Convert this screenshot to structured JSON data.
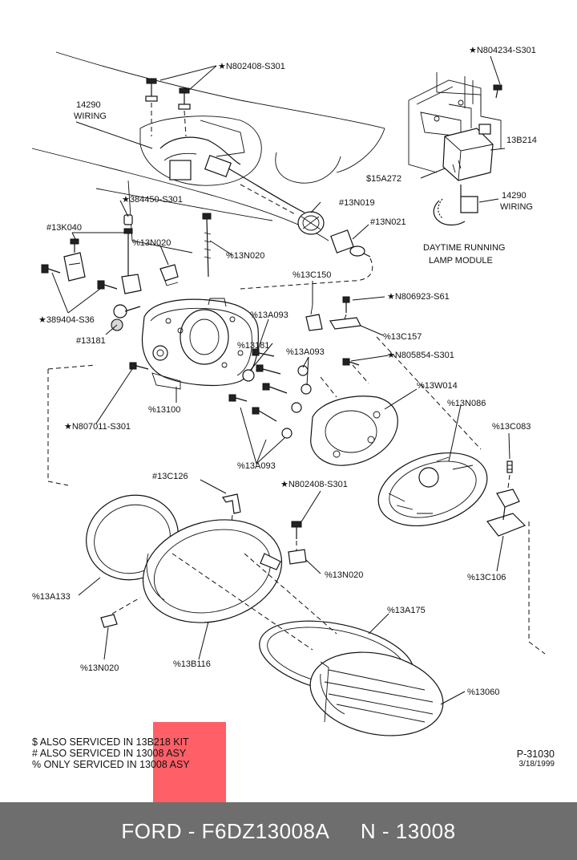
{
  "labels": {
    "n802408_top": "★N802408-S301",
    "n804234": "★N804234-S301",
    "wiring_14290_top": "14290",
    "wiring_14290_top_b": "WIRING",
    "p13b214": "13B214",
    "s15a272": "$15A272",
    "wiring_14290_right": "14290",
    "wiring_14290_right_b": "WIRING",
    "s384450": "★384450-S301",
    "h13n019": "#13N019",
    "h13n021": "#13N021",
    "drl_line1": "DAYTIME RUNNING",
    "drl_line2": "LAMP MODULE",
    "h13k040": "#13K040",
    "pct13n020_a": "%13N020",
    "pct13n020_b": "%13N020",
    "pct13c150": "%13C150",
    "n806923": "★N806923-S61",
    "pct13a093_a": "%13A093",
    "pct13c157": "%13C157",
    "s389404": "★389404-S36",
    "h13181_a": "#13181",
    "h13181_b": "%13181",
    "pct13a093_b": "%13A093",
    "n805854": "★N805854-S301",
    "pct13w014": "%13W014",
    "pct13100": "%13100",
    "pct13n086": "%13N086",
    "n807011": "★N807011-S301",
    "pct13c083": "%13C083",
    "pct13a093_c": "%13A093",
    "h13c126": "#13C126",
    "n802408_mid": "★N802408-S301",
    "pct13n020_c": "%13N020",
    "pct13c106": "%13C106",
    "pct13a133": "%13A133",
    "pct13a175": "%13A175",
    "pct13n020_d": "%13N020",
    "pct13b116": "%13B116",
    "pct13060": "%13060"
  },
  "notes": [
    "$ ALSO SERVICED IN 13B218 KIT",
    "# ALSO SERVICED IN 13008 ASY",
    "% ONLY SERVICED IN 13008 ASY"
  ],
  "reference": {
    "code": "P-31030",
    "date": "3/18/1999"
  },
  "footer": {
    "left": "FORD - F6DZ13008A",
    "right": "N - 13008"
  },
  "colors": {
    "footer_bg": "#6e6e6e",
    "highlight": "#ff3c46"
  }
}
